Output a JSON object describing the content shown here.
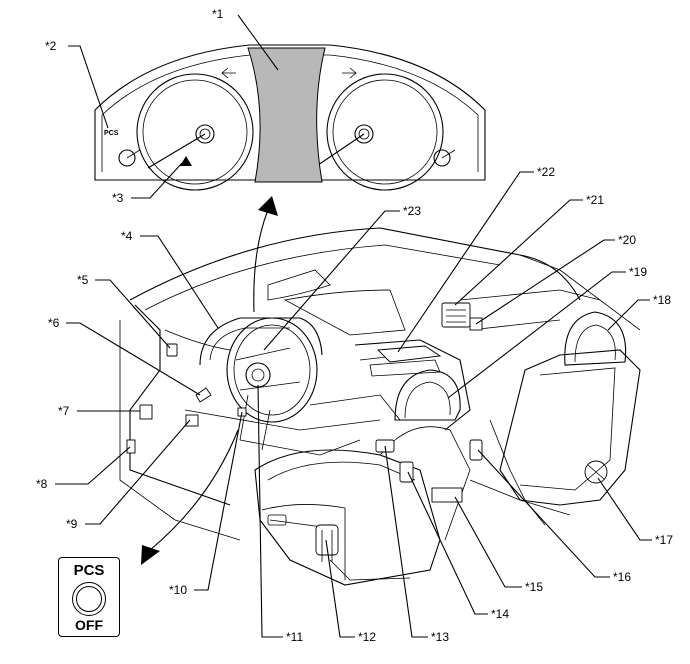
{
  "callouts": [
    "*1",
    "*2",
    "*3",
    "*4",
    "*5",
    "*6",
    "*7",
    "*8",
    "*9",
    "*10",
    "*11",
    "*12",
    "*13",
    "*14",
    "*15",
    "*16",
    "*17",
    "*18",
    "*19",
    "*20",
    "*21",
    "*22",
    "*23"
  ],
  "cluster": {
    "pcs_indicator": "PCS"
  },
  "switch_panel": {
    "top_label": "PCS",
    "bottom_label": "OFF"
  }
}
